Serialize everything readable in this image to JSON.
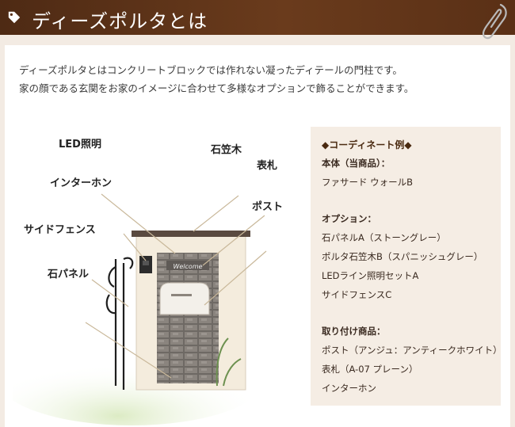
{
  "header": {
    "title": "ディーズポルタとは",
    "tag_icon": "tag-icon",
    "clip_icon": "paperclip-icon",
    "bg_color": "#5a3016"
  },
  "intro": {
    "line1": "ディーズポルタとはコンクリートブロックでは作れない凝ったディテールの門柱です。",
    "line2": "家の顔である玄関をお家のイメージに合わせて多様なオプションで飾ることができます。"
  },
  "callouts": {
    "led": "LED照明",
    "kasagi": "石笠木",
    "hyosatsu": "表札",
    "intercom": "インターホン",
    "post": "ポスト",
    "side_fence": "サイドフェンス",
    "stone_panel": "石パネル"
  },
  "nameplate_text": "Welcome",
  "coordinate": {
    "title": "◆コーディネート例◆",
    "body_heading": "本体（当商品）：",
    "body_items": [
      "ファサード ウォールB"
    ],
    "option_heading": "オプション：",
    "option_items": [
      "石パネルA（ストーングレー）",
      "ポルタ石笠木B（スパニッシュグレー）",
      "LEDライン照明セットA",
      "サイドフェンスC"
    ],
    "install_heading": "取り付け商品：",
    "install_items": [
      "ポスト（アンジュ：アンティークホワイト）",
      "表札（A-07 プレーン）",
      "インターホン"
    ]
  }
}
